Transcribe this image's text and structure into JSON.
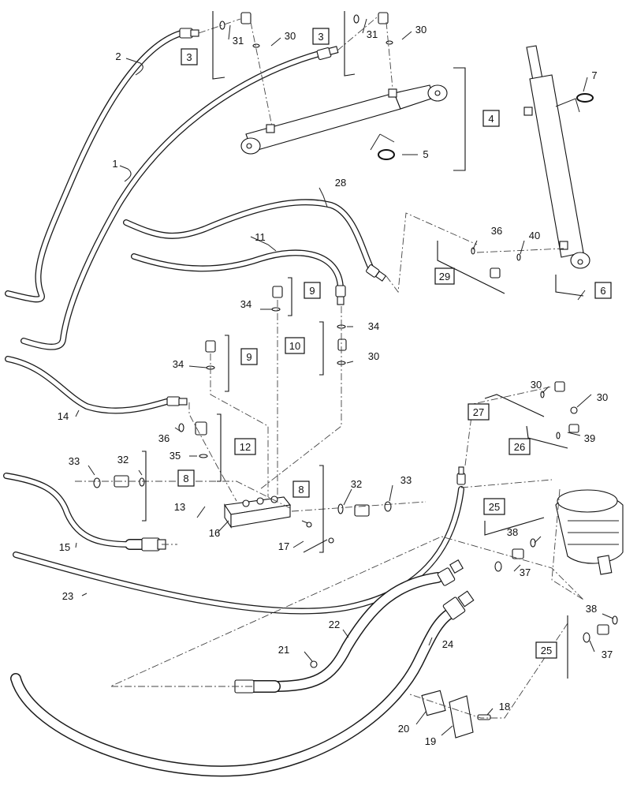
{
  "labels": {
    "n1": "1",
    "n2": "2",
    "n3a": "3",
    "n3b": "3",
    "n4": "4",
    "n5": "5",
    "n6": "6",
    "n7": "7",
    "n8a": "8",
    "n8b": "8",
    "n9a": "9",
    "n9b": "9",
    "n10": "10",
    "n11": "11",
    "n12": "12",
    "n13": "13",
    "n14": "14",
    "n15": "15",
    "n16": "16",
    "n17": "17",
    "n18": "18",
    "n19": "19",
    "n20": "20",
    "n21": "21",
    "n22": "22",
    "n23": "23",
    "n24": "24",
    "n25a": "25",
    "n25b": "25",
    "n26": "26",
    "n27": "27",
    "n28": "28",
    "n29": "29",
    "n30a": "30",
    "n30b": "30",
    "n30c": "30",
    "n30d": "30",
    "n30e": "30",
    "n31a": "31",
    "n31b": "31",
    "n32a": "32",
    "n32b": "32",
    "n33a": "33",
    "n33b": "33",
    "n34a": "34",
    "n34b": "34",
    "n34c": "34",
    "n35": "35",
    "n36a": "36",
    "n36b": "36",
    "n37a": "37",
    "n37b": "37",
    "n38a": "38",
    "n38b": "38",
    "n39": "39",
    "n40": "40"
  }
}
